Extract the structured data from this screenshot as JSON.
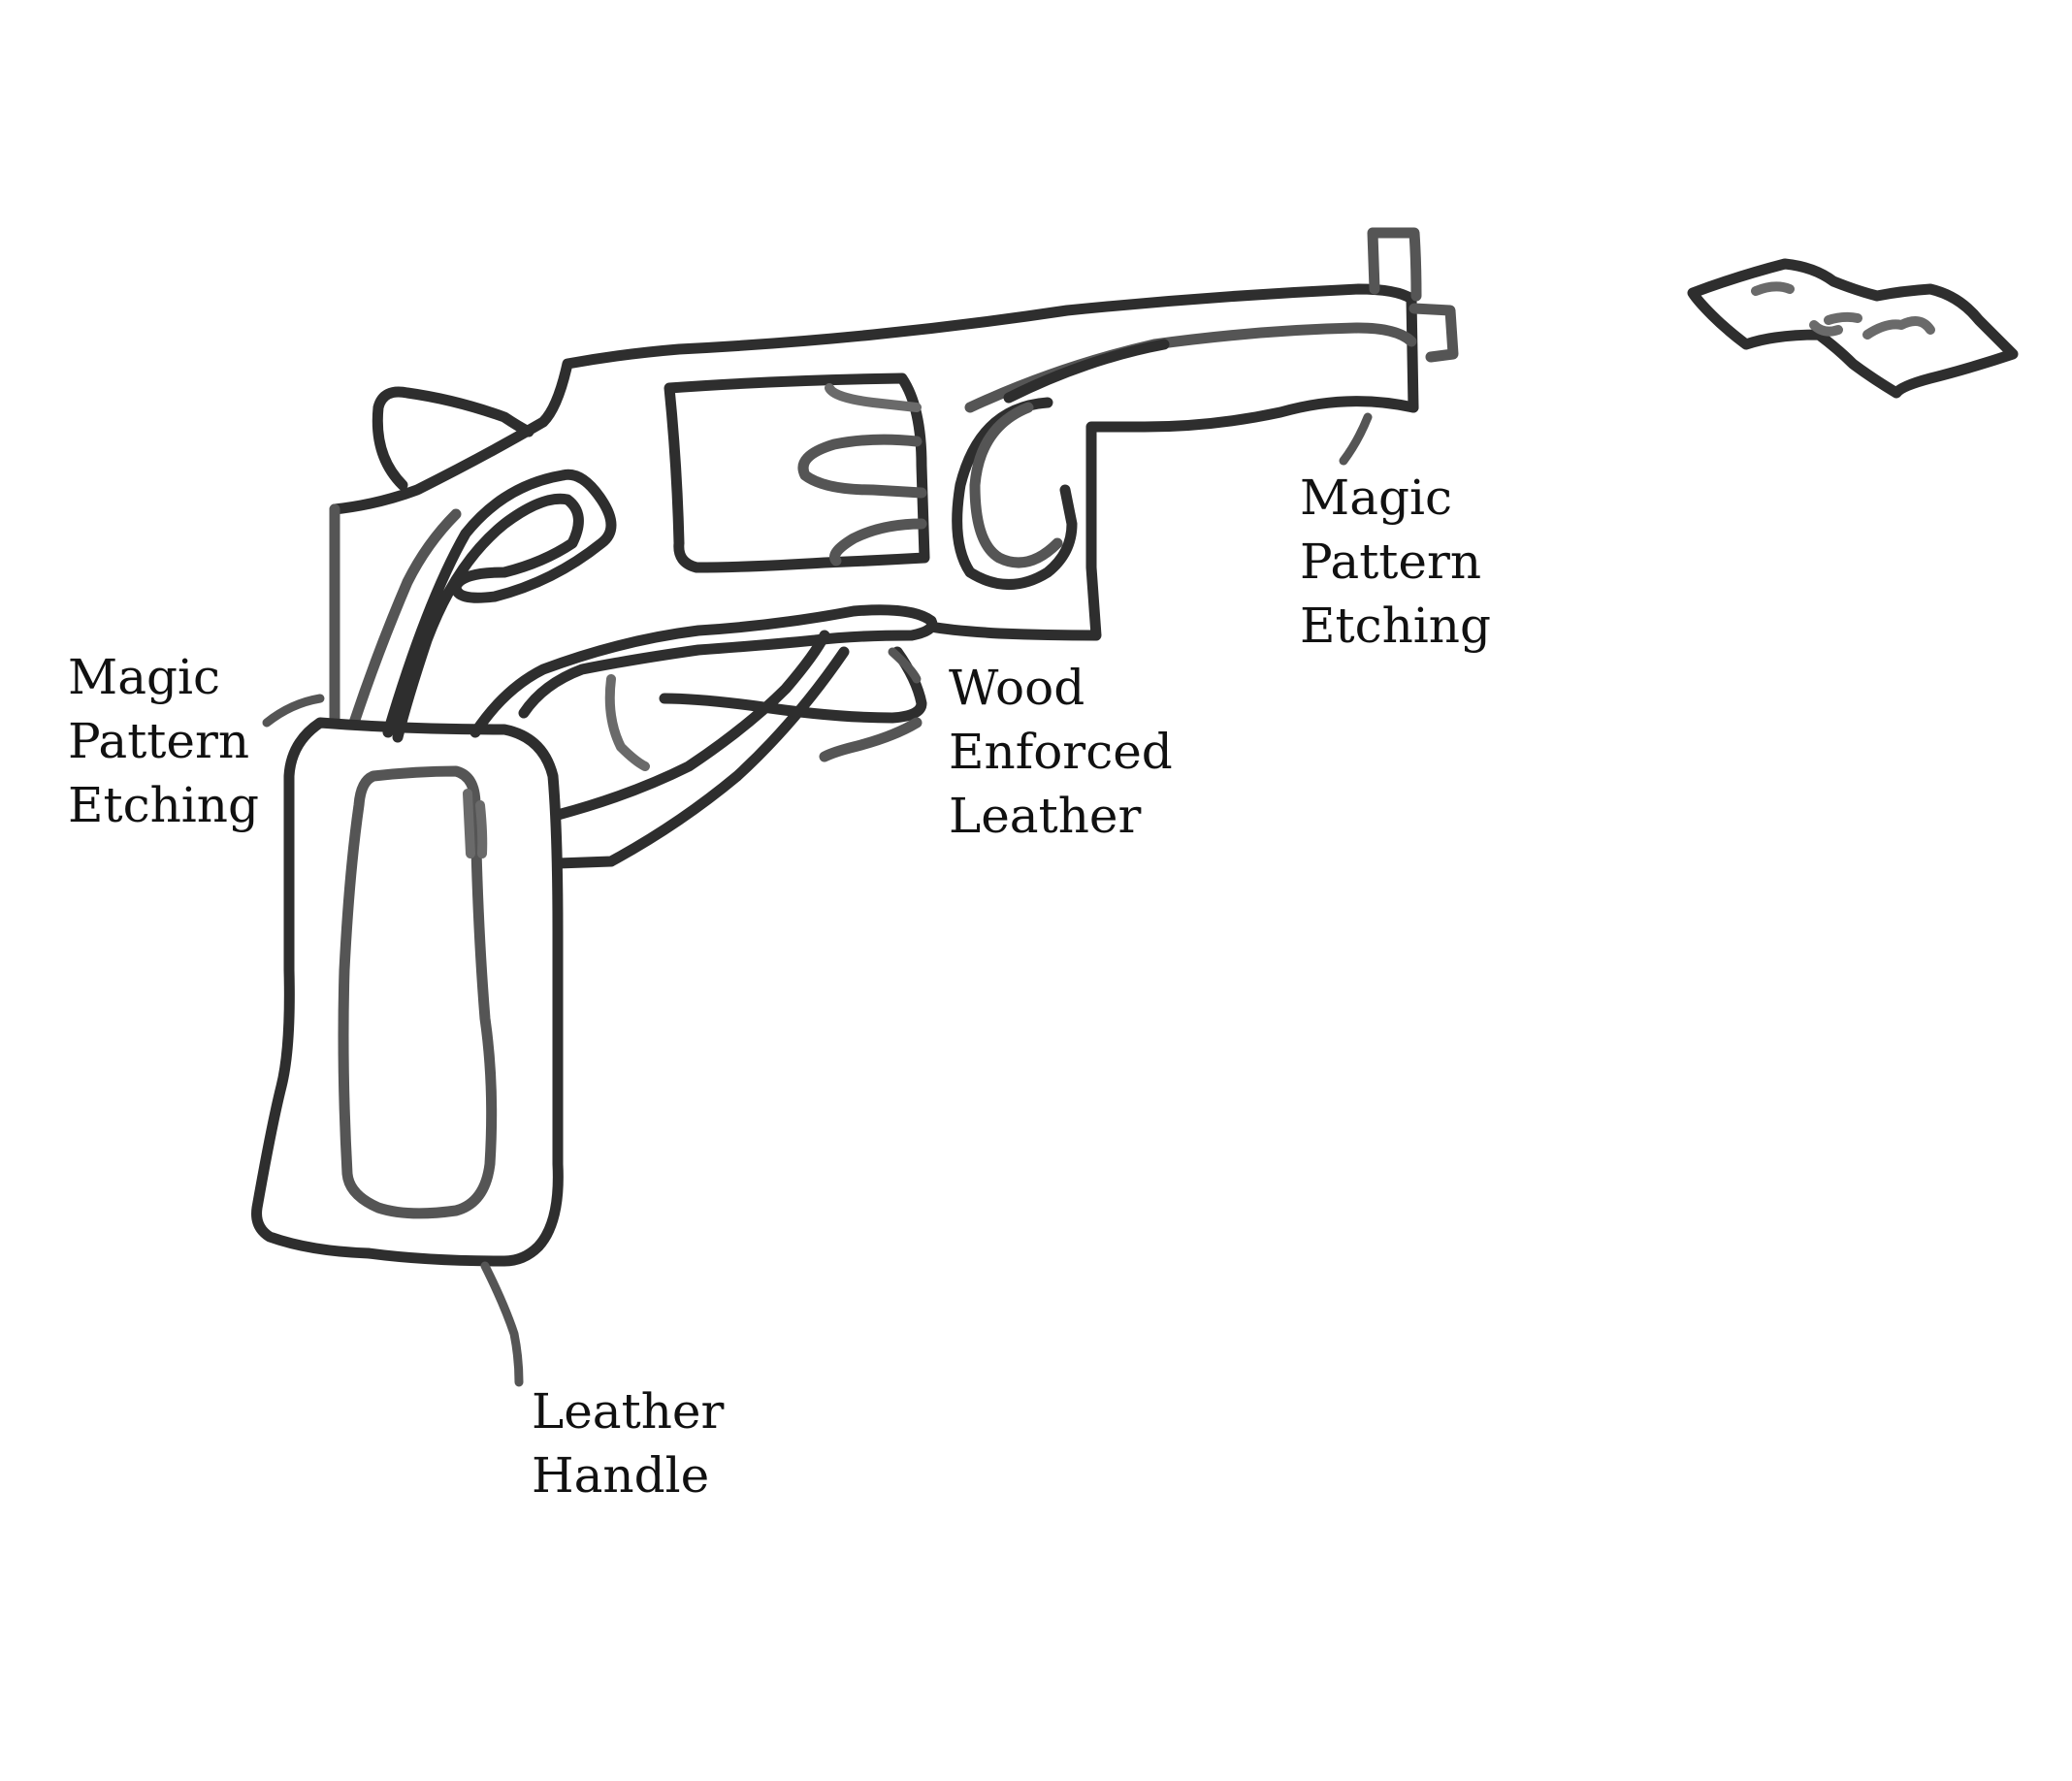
{
  "labels": {
    "etching_left": [
      "Magic",
      "Pattern",
      "Etching"
    ],
    "etching_right": [
      "Magic",
      "Pattern",
      "Etching"
    ],
    "wood_leather": [
      "Wood",
      "Enforced",
      "Leather"
    ],
    "leather_handle": [
      "Leather",
      "Handle"
    ]
  },
  "colors": {
    "background": "#ffffff",
    "ink": "#2e2e2e",
    "text": "#111111"
  }
}
